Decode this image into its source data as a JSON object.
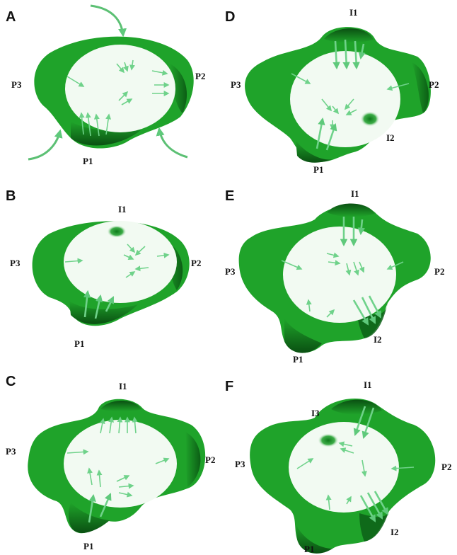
{
  "colors": {
    "shape_base": "#1fa32a",
    "shape_dark": "#0e6b18",
    "shape_mid": "#25b032",
    "highlight": "#f2faf2",
    "arrow": "#6fd28a",
    "arrow_dark": "#2f9a4a"
  },
  "panels": [
    {
      "letter": "A",
      "labels": {
        "p1": "P1",
        "p2": "P2",
        "p3": "P3"
      },
      "lobes": 3,
      "has_external_arrows": true
    },
    {
      "letter": "B",
      "labels": {
        "i1": "I1",
        "p1": "P1",
        "p2": "P2",
        "p3": "P3"
      },
      "lobes": 3
    },
    {
      "letter": "C",
      "labels": {
        "i1": "I1",
        "p1": "P1",
        "p2": "P2",
        "p3": "P3"
      },
      "lobes": 4
    },
    {
      "letter": "D",
      "labels": {
        "i1": "I1",
        "i2": "I2",
        "p1": "P1",
        "p2": "P2",
        "p3": "P3"
      },
      "lobes": 5
    },
    {
      "letter": "E",
      "labels": {
        "i1": "I1",
        "i2": "I2",
        "p1": "P1",
        "p2": "P2",
        "p3": "P3"
      },
      "lobes": 5
    },
    {
      "letter": "F",
      "labels": {
        "i1": "I1",
        "i2": "I2",
        "i3": "I3",
        "p1": "P1",
        "p2": "P2",
        "p3": "P3"
      },
      "lobes": 6
    }
  ]
}
